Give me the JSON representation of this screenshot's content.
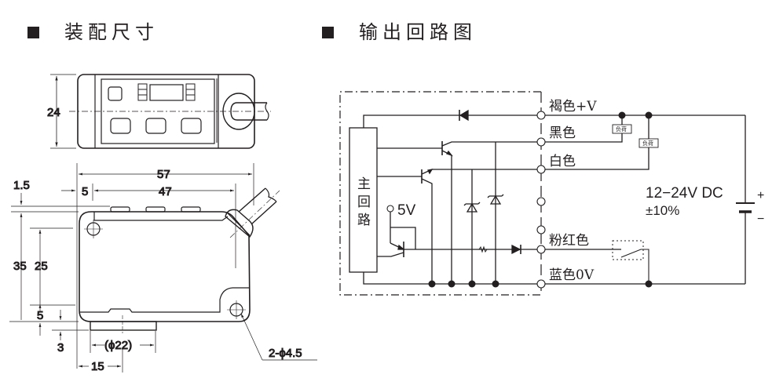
{
  "headings": {
    "left": {
      "marker": "■",
      "title": "装配尺寸"
    },
    "right": {
      "marker": "■",
      "title": "输出回路图"
    }
  },
  "dimensions": {
    "height_top_view": "24",
    "width_total": "57",
    "width_body": "47",
    "offset_left": "5",
    "top_protrusion": "1.5",
    "height_total": "35",
    "hole_spacing_vertical": "25",
    "bottom_offset": "5",
    "base_thickness": "3",
    "base_diameter": "(ϕ22)",
    "base_offset": "15",
    "mount_holes": "2-ϕ4.5"
  },
  "circuit": {
    "main_circuit_label": [
      "主",
      "回",
      "路"
    ],
    "internal_supply": "5V",
    "wires": {
      "brown": "褐色+V",
      "black": "黑色",
      "white": "白色",
      "pink": "粉红色",
      "blue": "蓝色0V"
    },
    "load_label": "负荷",
    "supply_voltage": "12−24V DC",
    "supply_tolerance": "±10%",
    "plus": "+",
    "minus": "−"
  }
}
